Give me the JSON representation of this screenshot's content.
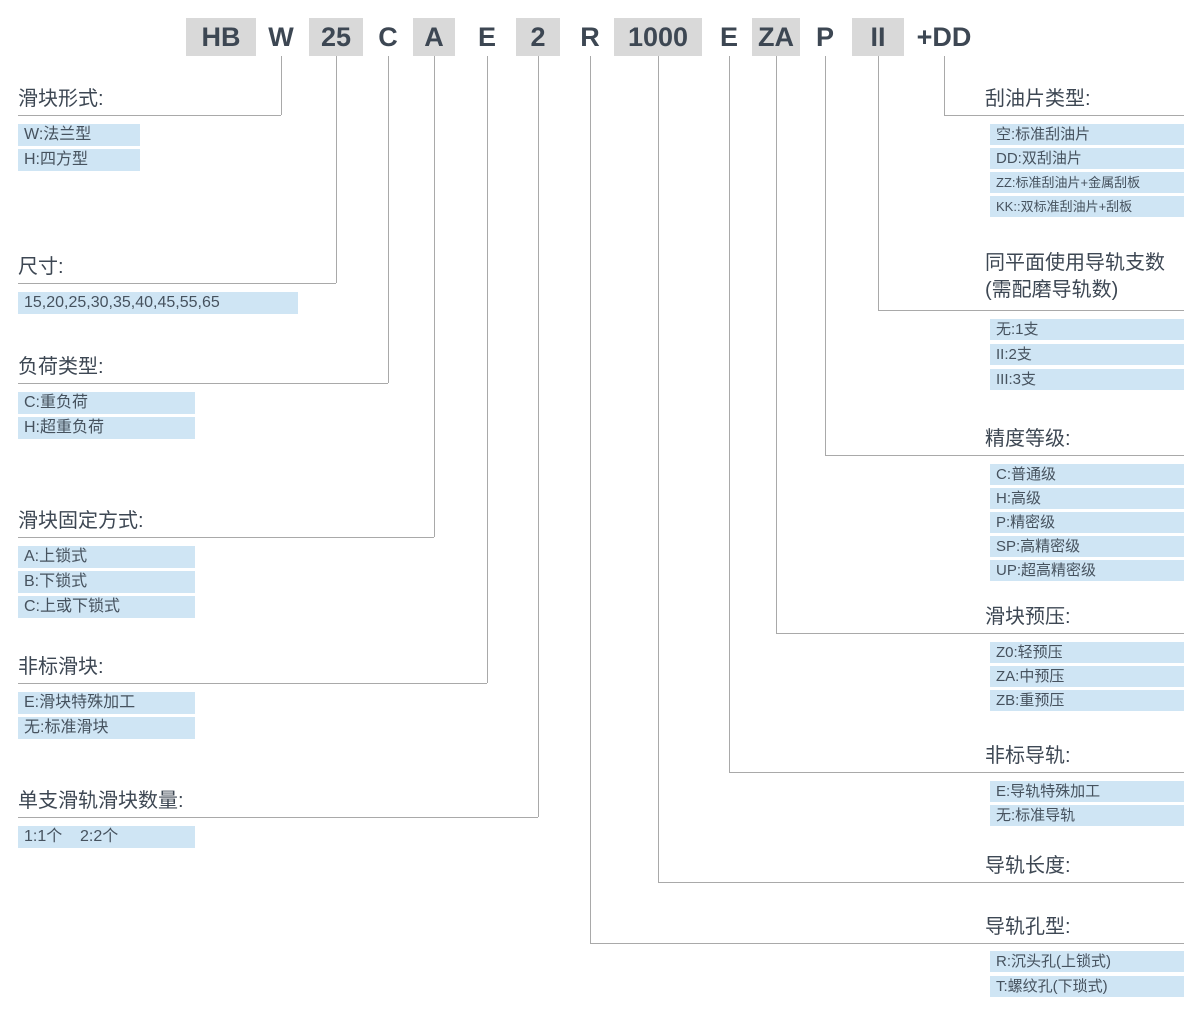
{
  "code": {
    "segments": [
      {
        "text": "HB",
        "highlighted": true
      },
      {
        "text": "W",
        "highlighted": false
      },
      {
        "text": "25",
        "highlighted": true
      },
      {
        "text": "C",
        "highlighted": false
      },
      {
        "text": "A",
        "highlighted": true
      },
      {
        "text": "E",
        "highlighted": false
      },
      {
        "text": "2",
        "highlighted": true
      },
      {
        "text": "R",
        "highlighted": false
      },
      {
        "text": "1000",
        "highlighted": true
      },
      {
        "text": "E",
        "highlighted": false
      },
      {
        "text": "ZA",
        "highlighted": true
      },
      {
        "text": "P",
        "highlighted": false
      },
      {
        "text": "II",
        "highlighted": true
      },
      {
        "text": "+DD",
        "highlighted": false
      }
    ]
  },
  "left_sections": [
    {
      "title": "滑块形式:",
      "options": [
        "W:法兰型",
        "H:四方型"
      ]
    },
    {
      "title": "尺寸:",
      "options": [
        "15,20,25,30,35,40,45,55,65"
      ]
    },
    {
      "title": "负荷类型:",
      "options": [
        "C:重负荷",
        "H:超重负荷"
      ]
    },
    {
      "title": "滑块固定方式:",
      "options": [
        "A:上锁式",
        "B:下锁式",
        "C:上或下锁式"
      ]
    },
    {
      "title": "非标滑块:",
      "options": [
        "E:滑块特殊加工",
        "无:标准滑块"
      ]
    },
    {
      "title": "单支滑轨滑块数量:",
      "options": [
        "1:1个    2:2个"
      ]
    }
  ],
  "right_sections": [
    {
      "title": "刮油片类型:",
      "options": [
        "空:标准刮油片",
        "DD:双刮油片",
        "ZZ:标准刮油片+金属刮板",
        "KK::双标准刮油片+刮板"
      ]
    },
    {
      "title": "同平面使用导轨支数",
      "subtitle": "(需配磨导轨数)",
      "options": [
        "无:1支",
        "II:2支",
        "III:3支"
      ]
    },
    {
      "title": "精度等级:",
      "options": [
        "C:普通级",
        "H:高级",
        "P:精密级",
        "SP:高精密级",
        "UP:超高精密级"
      ]
    },
    {
      "title": "滑块预压:",
      "options": [
        "Z0:轻预压",
        "ZA:中预压",
        "ZB:重预压"
      ]
    },
    {
      "title": "非标导轨:",
      "options": [
        "E:导轨特殊加工",
        "无:标准导轨"
      ]
    },
    {
      "title": "导轨长度:",
      "options": []
    },
    {
      "title": "导轨孔型:",
      "options": [
        "R:沉头孔(上锁式)",
        "T:螺纹孔(下琐式)"
      ]
    }
  ],
  "colors": {
    "segment_highlight": "#d9d9d9",
    "option_background": "#cfe5f4",
    "text": "#3d4753",
    "line": "#a9a9a9"
  }
}
